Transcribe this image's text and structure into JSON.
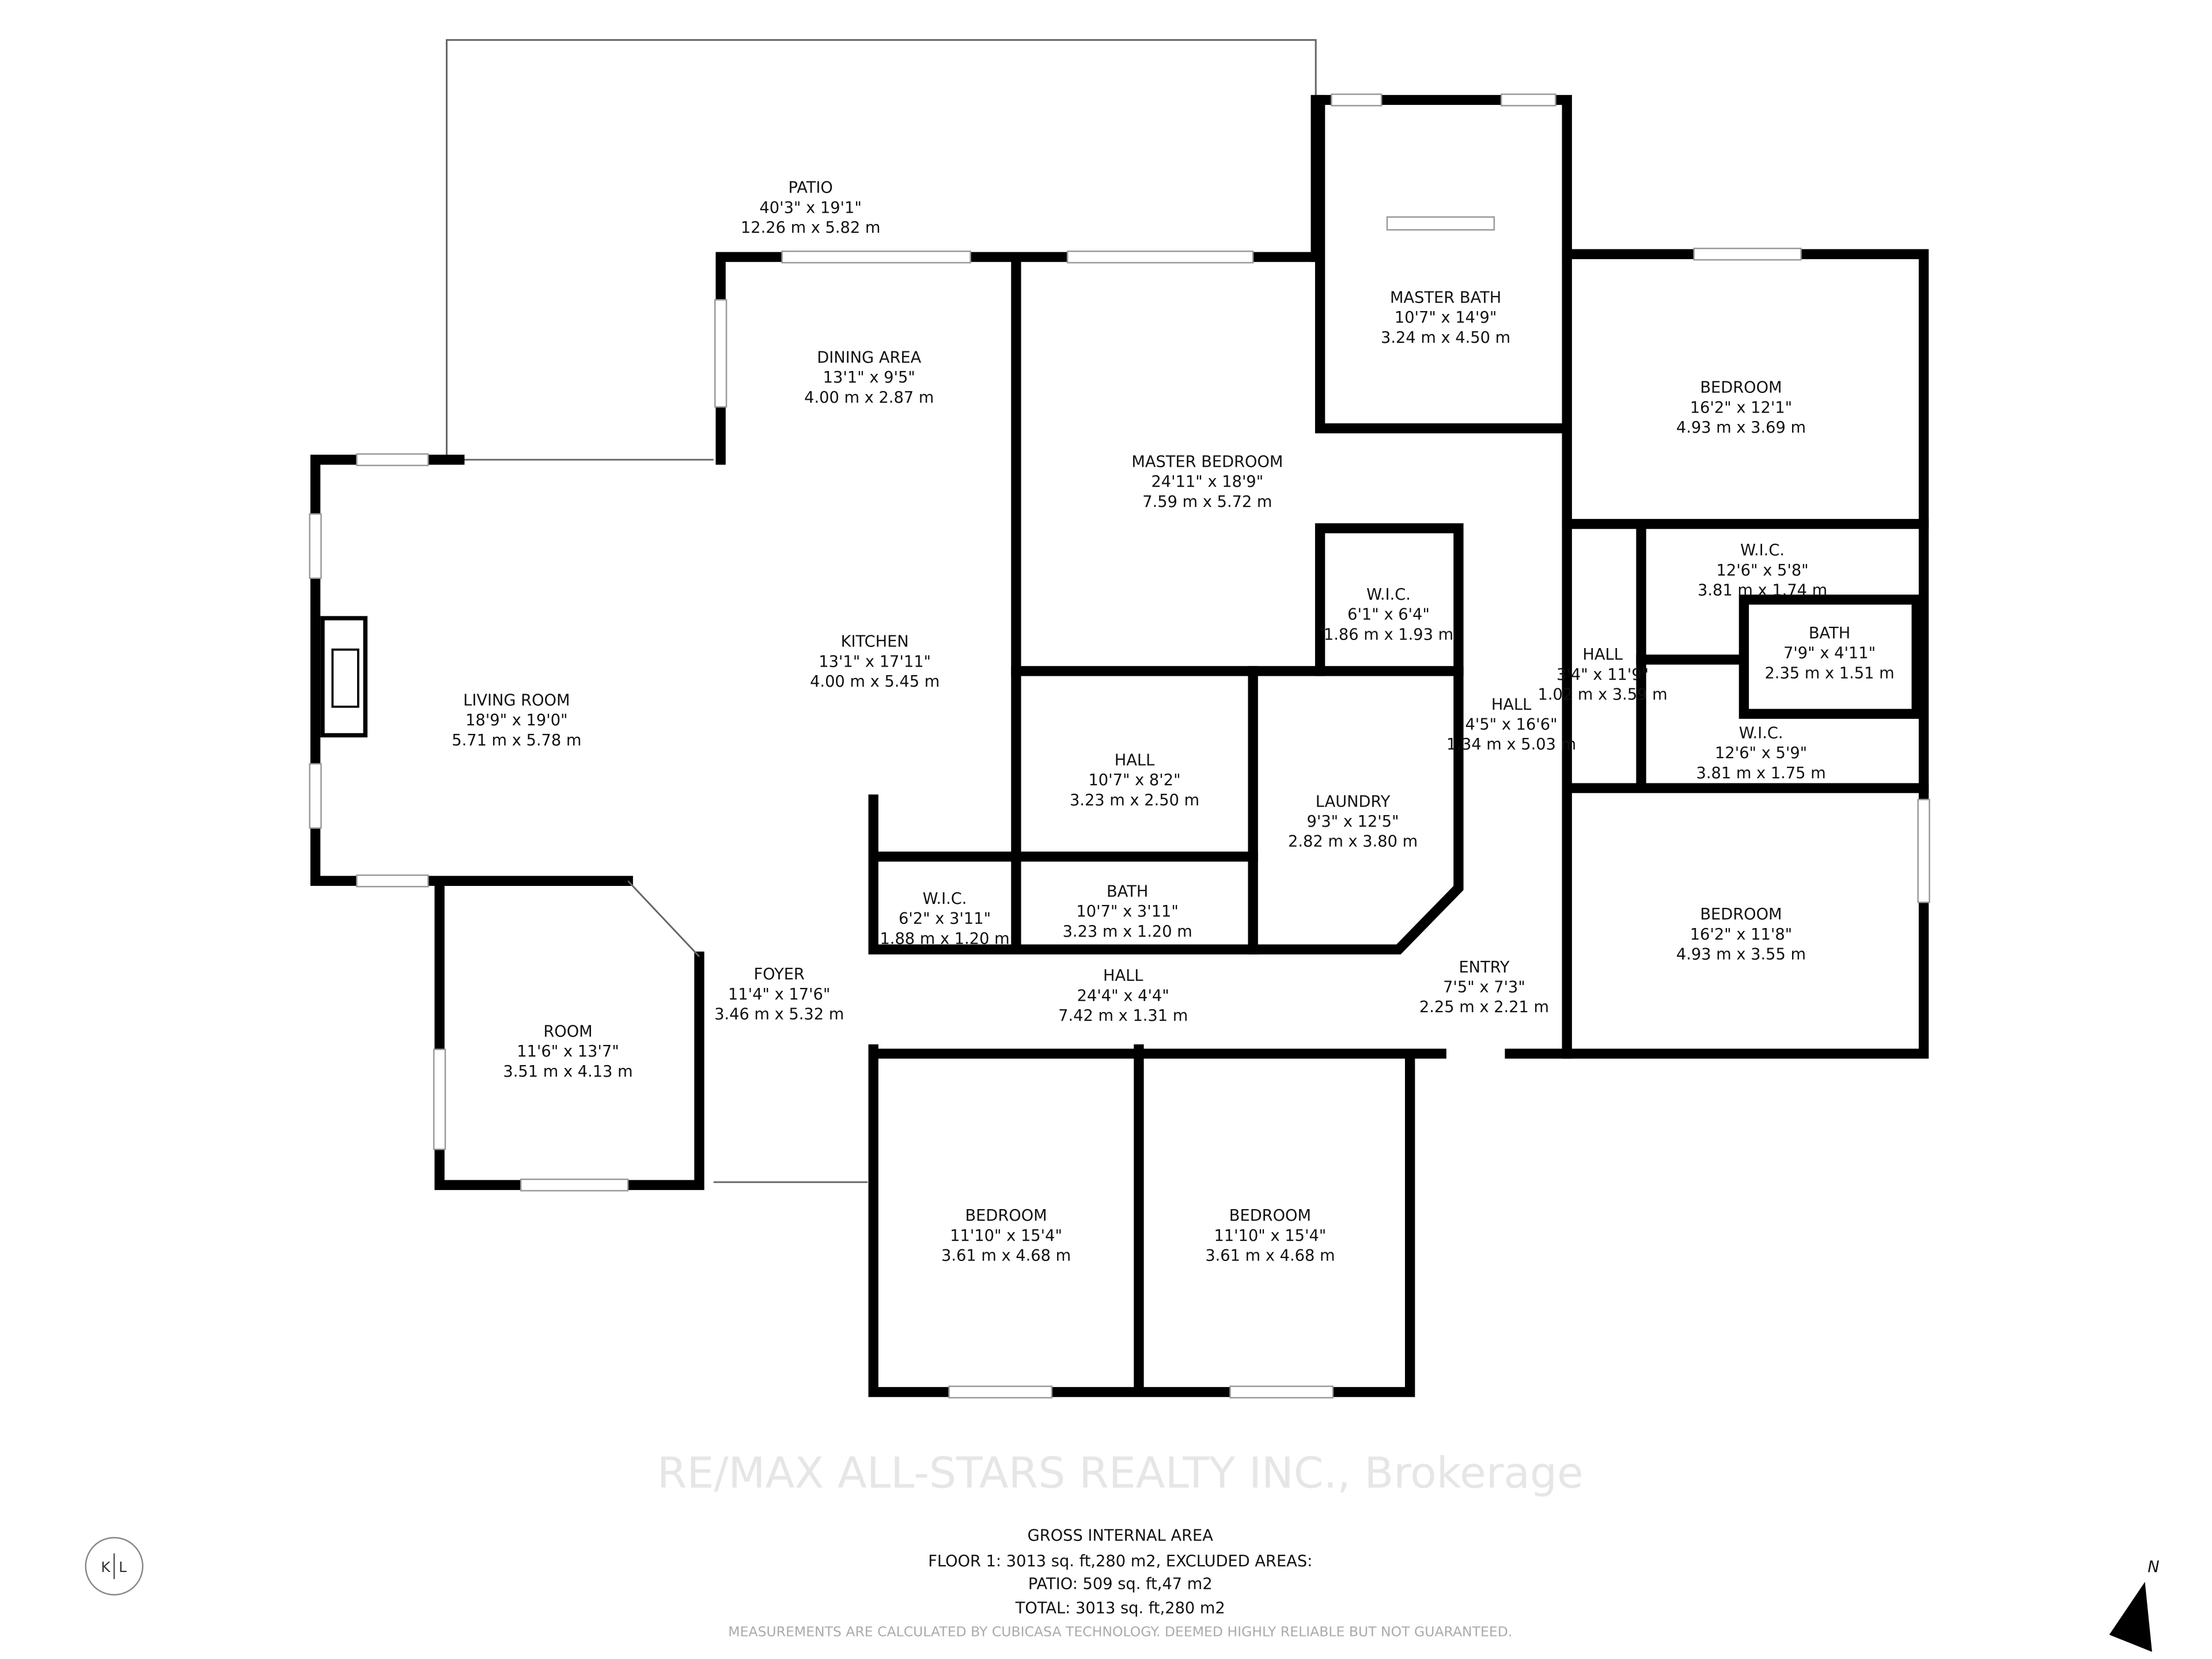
{
  "rooms": [
    {
      "name": "PATIO",
      "imperial": "40'3\" x 19'1\"",
      "metric": "12.26 m x 5.82 m"
    },
    {
      "name": "DINING AREA",
      "imperial": "13'1\" x 9'5\"",
      "metric": "4.00 m x 2.87 m"
    },
    {
      "name": "MASTER BATH",
      "imperial": "10'7\" x 14'9\"",
      "metric": "3.24 m x 4.50 m"
    },
    {
      "name": "BEDROOM",
      "imperial": "16'2\" x 12'1\"",
      "metric": "4.93 m x 3.69 m"
    },
    {
      "name": "MASTER BEDROOM",
      "imperial": "24'11\" x 18'9\"",
      "metric": "7.59 m x 5.72 m"
    },
    {
      "name": "W.I.C.",
      "imperial": "12'6\" x 5'8\"",
      "metric": "3.81 m x 1.74 m"
    },
    {
      "name": "W.I.C.",
      "imperial": "6'1\" x 6'4\"",
      "metric": "1.86 m x 1.93 m"
    },
    {
      "name": "BATH",
      "imperial": "7'9\" x 4'11\"",
      "metric": "2.35 m x 1.51 m"
    },
    {
      "name": "HALL",
      "imperial": "3'4\" x 11'9\"",
      "metric": "1.02 m x 3.59 m"
    },
    {
      "name": "KITCHEN",
      "imperial": "13'1\" x 17'11\"",
      "metric": "4.00 m x 5.45 m"
    },
    {
      "name": "LIVING ROOM",
      "imperial": "18'9\" x 19'0\"",
      "metric": "5.71 m x 5.78 m"
    },
    {
      "name": "HALL",
      "imperial": "4'5\" x 16'6\"",
      "metric": "1.34 m x 5.03 m"
    },
    {
      "name": "W.I.C.",
      "imperial": "12'6\" x 5'9\"",
      "metric": "3.81 m x 1.75 m"
    },
    {
      "name": "HALL",
      "imperial": "10'7\" x 8'2\"",
      "metric": "3.23 m x 2.50 m"
    },
    {
      "name": "LAUNDRY",
      "imperial": "9'3\" x 12'5\"",
      "metric": "2.82 m x 3.80 m"
    },
    {
      "name": "W.I.C.",
      "imperial": "6'2\" x 3'11\"",
      "metric": "1.88 m x 1.20 m"
    },
    {
      "name": "BATH",
      "imperial": "10'7\" x 3'11\"",
      "metric": "3.23 m x 1.20 m"
    },
    {
      "name": "BEDROOM",
      "imperial": "16'2\" x 11'8\"",
      "metric": "4.93 m x 3.55 m"
    },
    {
      "name": "FOYER",
      "imperial": "11'4\" x 17'6\"",
      "metric": "3.46 m x 5.32 m"
    },
    {
      "name": "HALL",
      "imperial": "24'4\" x 4'4\"",
      "metric": "7.42 m x 1.31 m"
    },
    {
      "name": "ENTRY",
      "imperial": "7'5\" x 7'3\"",
      "metric": "2.25 m x 2.21 m"
    },
    {
      "name": "ROOM",
      "imperial": "11'6\" x 13'7\"",
      "metric": "3.51 m x 4.13 m"
    },
    {
      "name": "BEDROOM",
      "imperial": "11'10\" x 15'4\"",
      "metric": "3.61 m x 4.68 m"
    },
    {
      "name": "BEDROOM",
      "imperial": "11'10\" x 15'4\"",
      "metric": "3.61 m x 4.68 m"
    }
  ],
  "footer": {
    "title": "GROSS INTERNAL AREA",
    "floor": "FLOOR 1: 3013 sq. ft,280 m2, EXCLUDED AREAS:",
    "patio": "PATIO: 509 sq. ft,47 m2",
    "total": "TOTAL: 3013 sq. ft,280 m2",
    "watermark": "RE/MAX ALL-STARS REALTY INC., Brokerage",
    "disclaimer": "MEASUREMENTS ARE CALCULATED BY CUBICASA TECHNOLOGY. DEEMED HIGHLY RELIABLE BUT NOT GUARANTEED."
  },
  "logo": {
    "left": "K",
    "right": "L"
  },
  "compass": {
    "label": "N",
    "icon": "north-arrow-icon"
  }
}
